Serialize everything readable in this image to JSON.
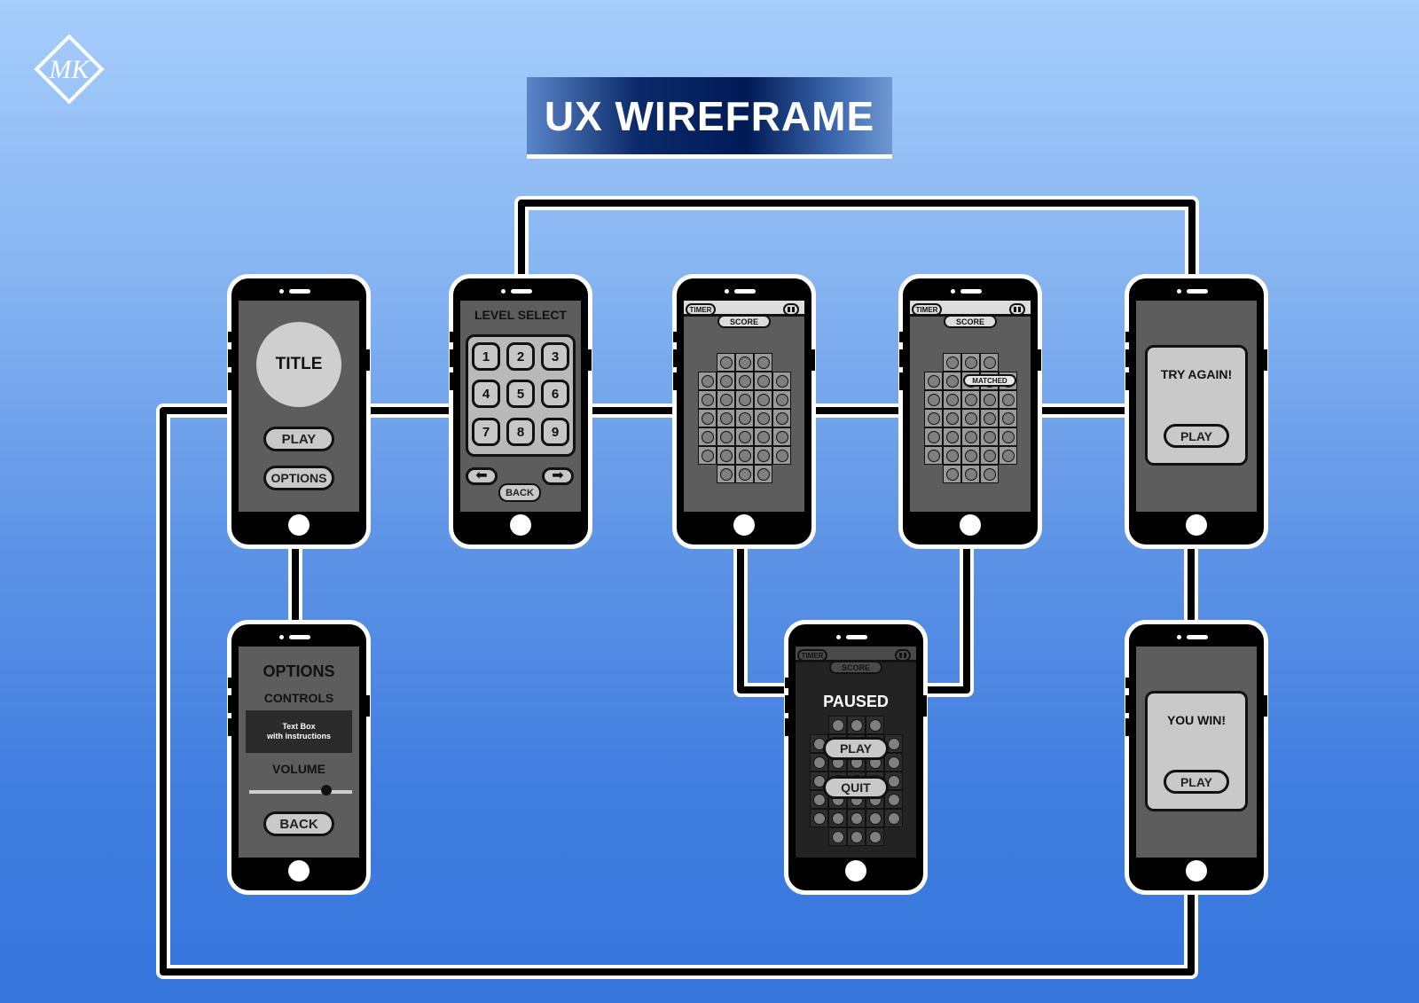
{
  "header": {
    "title": "UX WIREFRAME",
    "logo_text": "MK"
  },
  "screens": {
    "title": {
      "heading": "TITLE",
      "play": "PLAY",
      "options": "OPTIONS"
    },
    "level_select": {
      "heading": "LEVEL SELECT",
      "levels": [
        "1",
        "2",
        "3",
        "4",
        "5",
        "6",
        "7",
        "8",
        "9"
      ],
      "back": "BACK"
    },
    "game": {
      "timer": "TIMER",
      "score": "SCORE"
    },
    "game_matched": {
      "timer": "TIMER",
      "score": "SCORE",
      "matched": "MATCHED"
    },
    "try_again": {
      "message": "TRY AGAIN!",
      "play": "PLAY"
    },
    "options": {
      "heading": "OPTIONS",
      "controls": "CONTROLS",
      "textbox_line1": "Text Box",
      "textbox_line2": "with instructions",
      "volume": "VOLUME",
      "volume_level": 0.75,
      "back": "BACK"
    },
    "paused": {
      "timer": "TIMER",
      "score": "SCORE",
      "heading": "PAUSED",
      "play": "PLAY",
      "quit": "QUIT"
    },
    "you_win": {
      "message": "YOU WIN!",
      "play": "PLAY"
    }
  },
  "colors": {
    "background_top": "#a6cdfb",
    "background_bottom": "#3676dd",
    "title_bg": "#001a55",
    "connector": "#000000",
    "connector_outline": "#ffffff"
  }
}
